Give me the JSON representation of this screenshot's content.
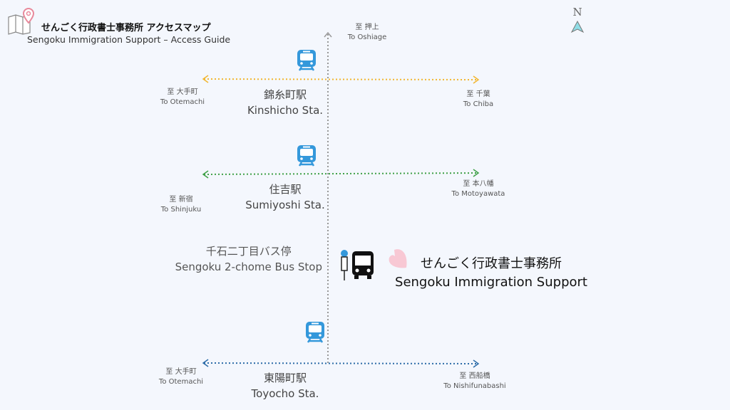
{
  "header": {
    "title": "せんごく行政書士事務所 アクセスマップ",
    "subtitle": "Sengoku Immigration Support – Access Guide",
    "compass": "N"
  },
  "colors": {
    "hanzomon": "#f2b630",
    "shinjuku": "#3fa047",
    "tozai": "#2d6ca8",
    "pin": "#e8899b",
    "accent_icon": "#3498db"
  },
  "north": {
    "jp": "至 押上",
    "en": "To Oshiage"
  },
  "stations": [
    {
      "jp": "錦糸町駅",
      "en": "Kinshicho Sta.",
      "west_jp": "至 大手町",
      "west_en": "To Otemachi",
      "east_jp": "至 千葉",
      "east_en": "To Chiba"
    },
    {
      "jp": "住吉駅",
      "en": "Sumiyoshi Sta.",
      "west_jp": "至 新宿",
      "west_en": "To Shinjuku",
      "east_jp": "至 本八幡",
      "east_en": "To Motoyawata"
    },
    {
      "jp": "東陽町駅",
      "en": "Toyocho Sta.",
      "west_jp": "至 大手町",
      "west_en": "To Otemachi",
      "east_jp": "至 西船橋",
      "east_en": "To Nishifunabashi"
    }
  ],
  "bus_stop": {
    "jp": "千石二丁目バス停",
    "en": "Sengoku 2-chome Bus Stop"
  },
  "office": {
    "jp": "せんごく行政書士事務所",
    "en": "Sengoku Immigration Support"
  }
}
